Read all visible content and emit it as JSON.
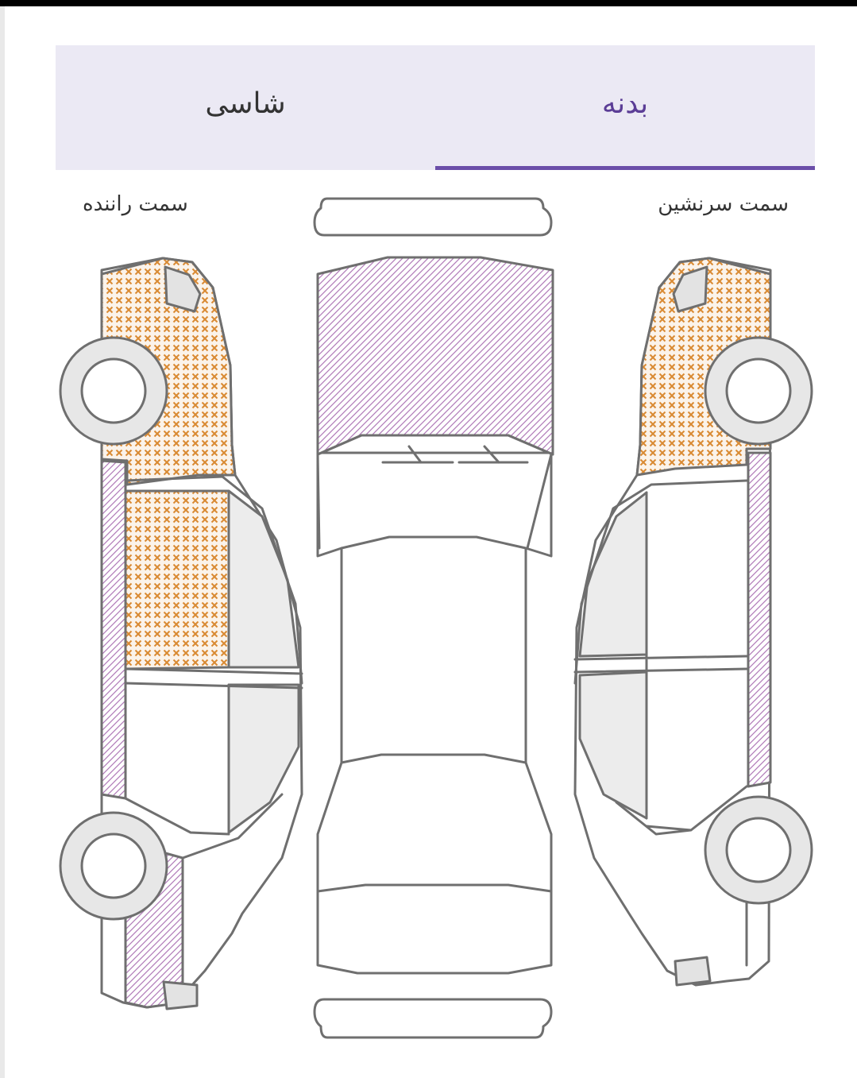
{
  "tabs": {
    "chassis_label": "شاسی",
    "body_label": "بدنه",
    "active": "body"
  },
  "sides": {
    "driver_label": "سمت راننده",
    "passenger_label": "سمت سرنشین"
  },
  "legend_colors": {
    "painted": "#d98a33",
    "replaced": "#b07ab8",
    "accent": "#6b4ea8"
  }
}
